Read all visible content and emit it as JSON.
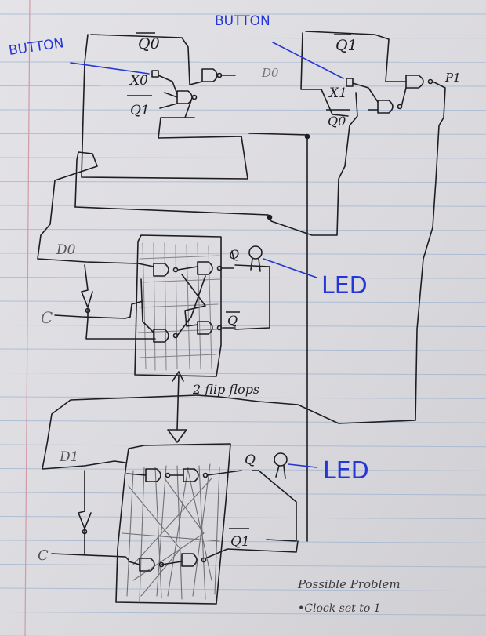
{
  "labels": {
    "button_left": "BUTTON",
    "button_right": "BUTTON",
    "q0_bar_top": "Q0",
    "q1_bar_top": "Q1",
    "x0": "X0",
    "x1": "X1",
    "q1_bar_left": "Q1",
    "q0_bar_right": "Q0",
    "d0_top": "D0",
    "p1": "P1",
    "d0_ff": "D0",
    "q_ff0": "Q",
    "q_bar_ff0": "Q",
    "c_ff0": "C",
    "led_top": "LED",
    "ff_label": "2 flip flops",
    "d1_ff": "D1",
    "q_ff1": "Q",
    "q_bar_ff1": "Q1",
    "c_ff1": "C",
    "led_bottom": "LED",
    "note_line1": "Possible Problem",
    "note_line2": "•Clock set to 1"
  },
  "colors": {
    "paper": "#dcdbdf",
    "rule_line": "#9fb4cf",
    "margin_line": "#d09aa6",
    "pencil": "#1e1e22",
    "blue_ink": "#2436d8",
    "shade": "#6c6c70"
  }
}
